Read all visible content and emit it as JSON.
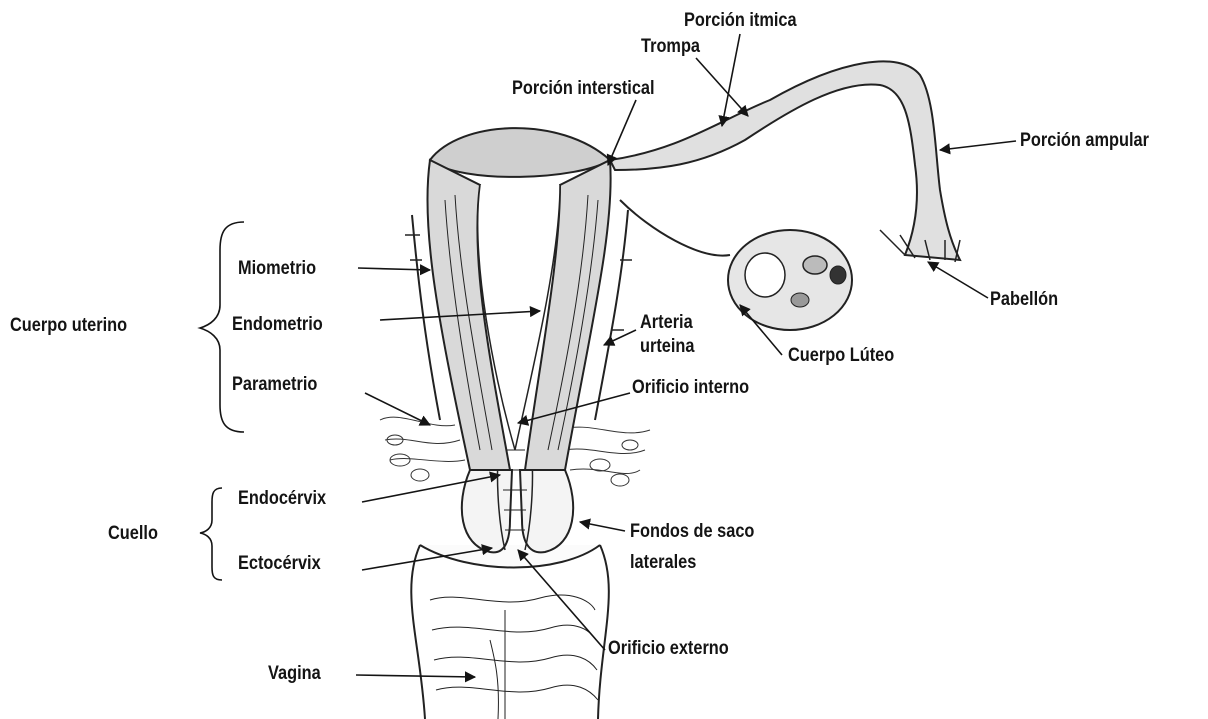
{
  "labels": {
    "porcion_itmica": "Porción itmica",
    "trompa": "Trompa",
    "porcion_interstical": "Porción interstical",
    "porcion_ampular": "Porción ampular",
    "pabellon": "Pabellón",
    "cuerpo_luteo": "Cuerpo Lúteo",
    "cuerpo_uterino": "Cuerpo uterino",
    "miometrio": "Miometrio",
    "endometrio": "Endometrio",
    "parametrio": "Parametrio",
    "arteria_line1": "Arteria",
    "arteria_line2": "urteina",
    "orificio_interno": "Orificio interno",
    "cuello": "Cuello",
    "endocervix": "Endocérvix",
    "ectocervix": "Ectocérvix",
    "fondos_line1": "Fondos de saco",
    "fondos_line2": "laterales",
    "orificio_externo": "Orificio externo",
    "vagina": "Vagina"
  }
}
